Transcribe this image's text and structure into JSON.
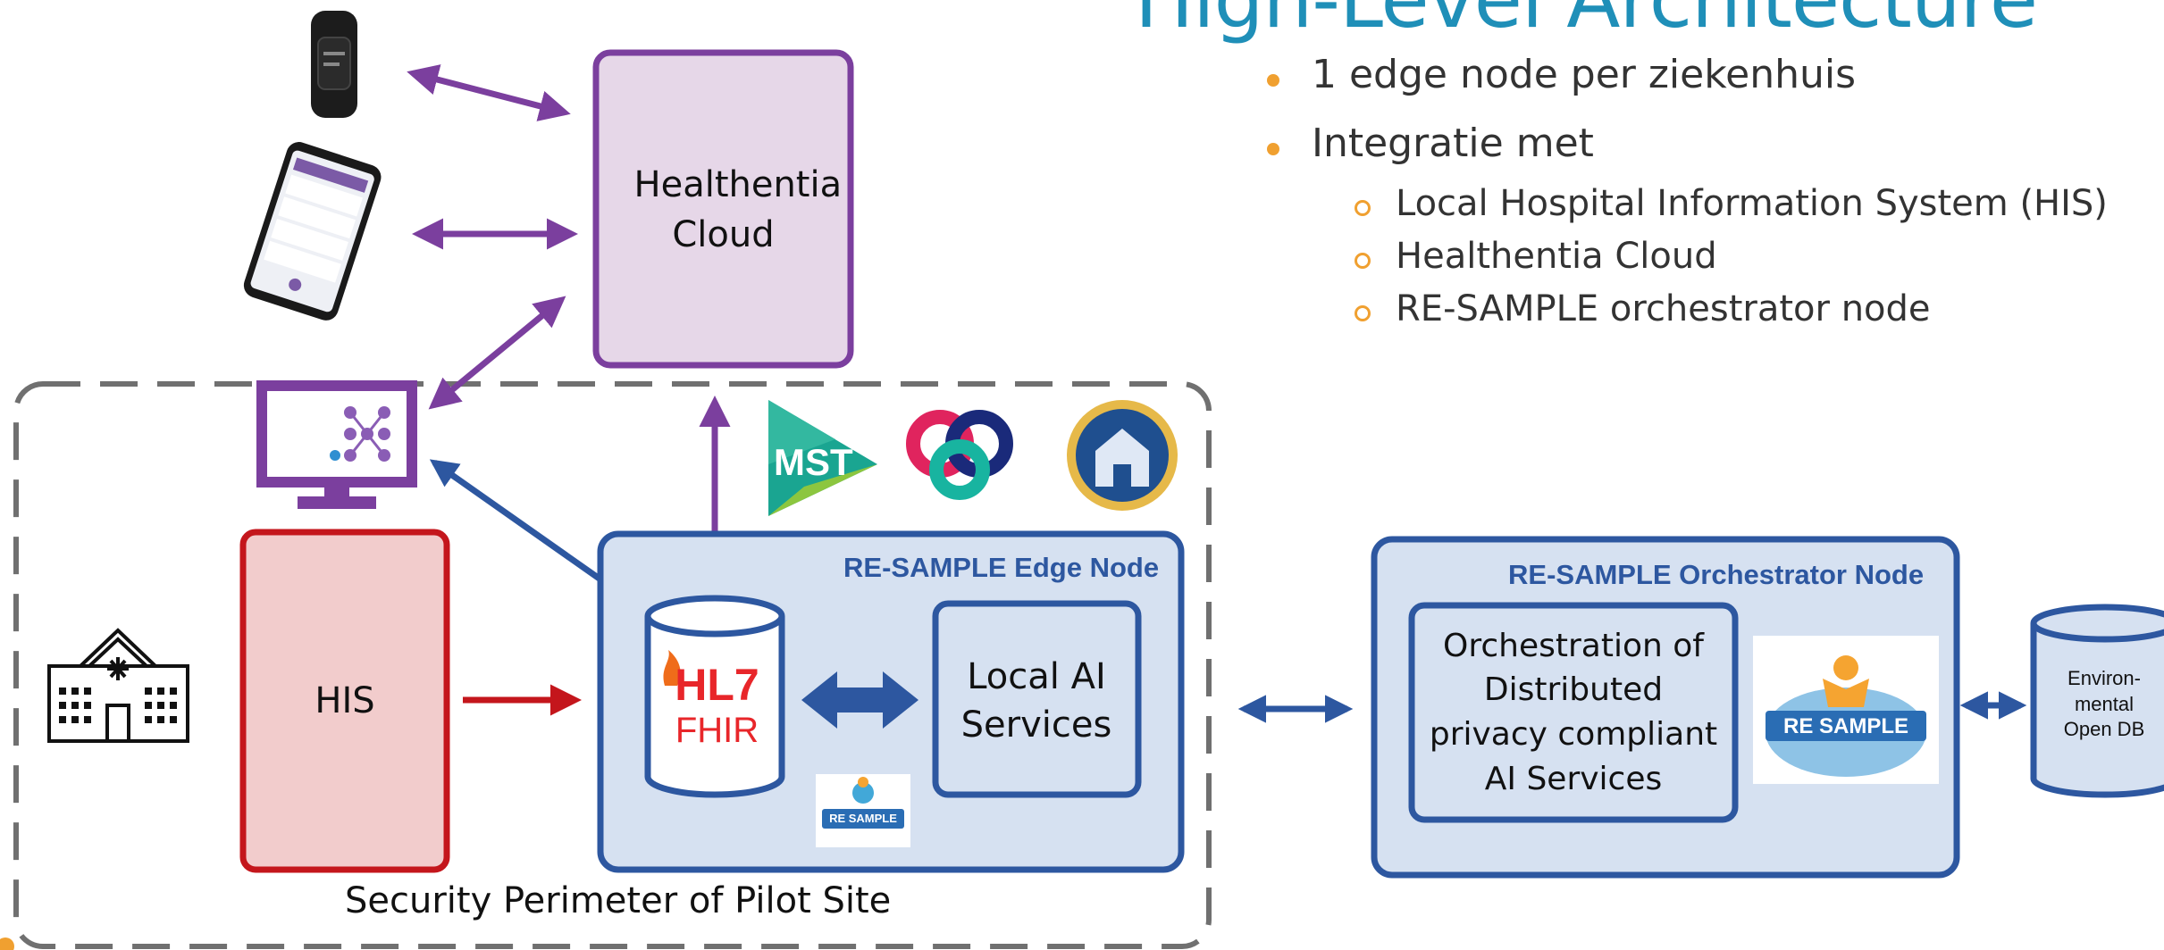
{
  "title": "High-Level Architecture",
  "bullets": {
    "items": [
      "1 edge node per ziekenhuis",
      "Integratie met"
    ],
    "subitems": [
      "Local Hospital Information System (HIS)",
      "Healthentia Cloud",
      "RE-SAMPLE orchestrator node"
    ]
  },
  "nodes": {
    "healthentia_cloud": "Healthentia Cloud",
    "his": "HIS",
    "edge_node_title": "RE-SAMPLE Edge Node",
    "hl7": "HL7",
    "fhir": "FHIR",
    "local_ai": "Local AI Services",
    "orchestrator_title": "RE-SAMPLE Orchestrator Node",
    "orchestration": "Orchestration of Distributed privacy compliant AI Services",
    "env_db": "Environ-\nmental\nOpen DB",
    "perimeter": "Security Perimeter of Pilot Site"
  },
  "logos": {
    "mst": "MST",
    "resample_big": "RE SAMPLE",
    "resample_small": "RE SAMPLE"
  },
  "colors": {
    "purple": "#7b3f9e",
    "purple_fill": "#e6d7e8",
    "blue": "#2d57a0",
    "blue_fill": "#d6e1f1",
    "red": "#c4161c",
    "red_fill": "#f2cccc",
    "title": "#1f8fb8",
    "bullet": "#f0a030"
  }
}
